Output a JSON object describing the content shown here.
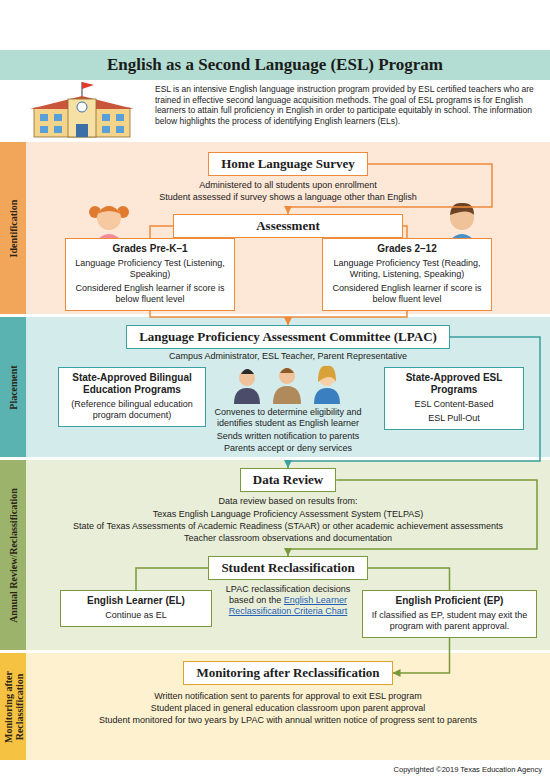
{
  "diagram": {
    "title": "English as a Second Language (ESL) Program",
    "nodes": [
      {
        "text": [
          "Identification"
        ]
      },
      {
        "text": [
          "Home Language Survey"
        ],
        "in": 0
      },
      {
        "text": [
          "Assessment"
        ],
        "in": 0
      },
      {
        "text": [
          "Grades Pre-K–1",
          "Language Proficiency Test (Listening, Speaking)",
          "Considered English learner if score is below fluent level"
        ],
        "in": 0
      },
      {
        "text": [
          "Grades 2–12",
          "Language Proficiency Test (Reading, Writing, Listening, Speaking)",
          "Considered English learner if score is below fluent level"
        ],
        "in": 0
      },
      {
        "text": [
          "Placement"
        ]
      },
      {
        "text": [
          "Language Proficiency Assessment Committee (LPAC)"
        ],
        "in": 5
      },
      {
        "text": [
          "State-Approved Bilingual Education Programs",
          "(Reference bilingual education program document)"
        ],
        "in": 5
      },
      {
        "text": [
          "State-Approved ESL Programs",
          "ESL Content-Based",
          "ESL Pull-Out"
        ],
        "in": 5
      },
      {
        "text": [
          "Annual Review/Reclassification"
        ]
      },
      {
        "text": [
          "Data Review"
        ],
        "in": 9
      },
      {
        "text": [
          "Student Reclassification"
        ],
        "in": 9
      },
      {
        "text": [
          "English Learner (EL)",
          "Continue as EL"
        ],
        "in": 9
      },
      {
        "text": [
          "English Proficient (EP)",
          "If classified as EP, student may exit the program with parent approval."
        ],
        "in": 9
      },
      {
        "text": [
          "Monitoring after Reclassification"
        ]
      },
      {
        "text": [
          "Monitoring after Reclassification"
        ],
        "in": 14
      }
    ],
    "edges": [
      {
        "from": 1,
        "to": 2,
        "arrow": "to"
      },
      {
        "from": 2,
        "to": 3,
        "arrow": "none"
      },
      {
        "from": 2,
        "to": 4,
        "arrow": "none"
      },
      {
        "from": 3,
        "to": 6,
        "arrow": "to"
      },
      {
        "from": 4,
        "to": 6,
        "arrow": "to"
      },
      {
        "from": 6,
        "to": 10,
        "arrow": "to"
      },
      {
        "from": 10,
        "to": 11,
        "arrow": "to"
      },
      {
        "from": 11,
        "to": 12,
        "arrow": "none"
      },
      {
        "from": 11,
        "to": 13,
        "arrow": "none"
      },
      {
        "from": 13,
        "to": 15,
        "arrow": "to"
      }
    ],
    "labels": [
      "ESL is an intensive English language instruction program provided by ESL certified teachers who are trained in effective second language acquisition methods. The goal of ESL programs is for English learners to attain full proficiency in English in order to participate equitably in school. The information below highlights the process of identifying English learners (ELs).",
      "Administered to all students upon enrollment",
      "Student assessed if survey shows a language other than English",
      "Campus Administrator, ESL Teacher, Parent Representative",
      "Convenes to determine eligibility and identifies student as English learner",
      "Sends written notification to parents",
      "Parents accept or deny services",
      "Data review based on results from:",
      "Texas English Language Proficiency Assessment System (TELPAS)",
      "State of Texas Assessments of Academic Readiness (STAAR) or other academic achievement assessments",
      "Teacher classroom observations and documentation",
      "LPAC reclassification decisions based on the",
      "English Learner Reclassification Criteria Chart",
      "Written notification sent to parents for approval to exit ESL program",
      "Student placed in general education classroom upon parent approval",
      "Student monitored for two years by LPAC with annual written notice of progress sent to parents",
      "Copyrighted ©2019 Texas Education Agency"
    ]
  }
}
